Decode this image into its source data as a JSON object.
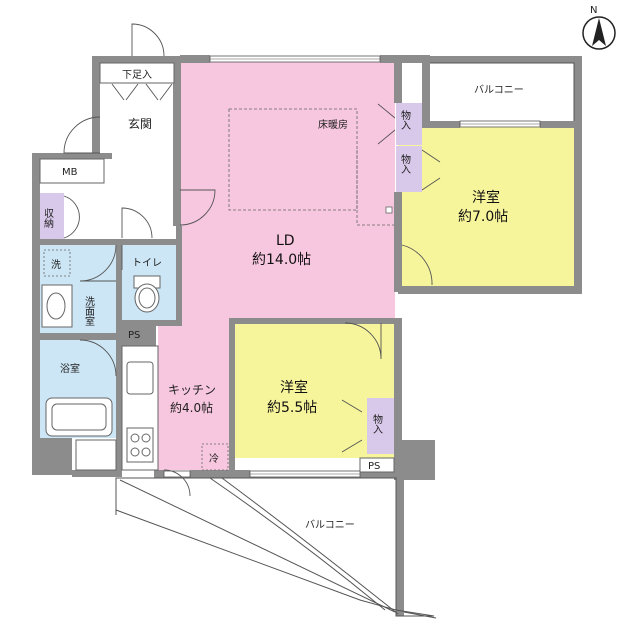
{
  "floorplan": {
    "compass": {
      "north_label": "N"
    },
    "rooms": {
      "ld": {
        "name": "LD",
        "size": "約14.0帖"
      },
      "kitchen": {
        "name": "キッチン",
        "size": "約4.0帖"
      },
      "western_room_1": {
        "name": "洋室",
        "size": "約7.0帖"
      },
      "western_room_2": {
        "name": "洋室",
        "size": "約5.5帖"
      },
      "entrance": {
        "name": "玄関"
      },
      "shoe_storage": {
        "name": "下足入"
      },
      "toilet": {
        "name": "トイレ"
      },
      "washroom": {
        "name": "洗面室"
      },
      "bathroom": {
        "name": "浴室"
      },
      "storage_left": {
        "name": "収納"
      },
      "closet_1": {
        "name": "物入"
      },
      "closet_2": {
        "name": "物入"
      },
      "closet_3": {
        "name": "物入"
      },
      "meter_box": {
        "name": "MB"
      },
      "pipe_space_1": {
        "name": "PS"
      },
      "pipe_space_2": {
        "name": "PS"
      },
      "balcony_north": {
        "name": "バルコニー"
      },
      "balcony_south": {
        "name": "バルコニー"
      }
    },
    "annotations": {
      "floor_heating": "床暖房",
      "washer": "洗",
      "fridge": "冷"
    },
    "colors": {
      "ld_kitchen_fill": "#f7c6df",
      "bedroom_fill": "#f7f59b",
      "wet_area_fill": "#cce6f5",
      "storage_fill": "#d8c8ea",
      "wall": "#8c8c8c"
    }
  }
}
